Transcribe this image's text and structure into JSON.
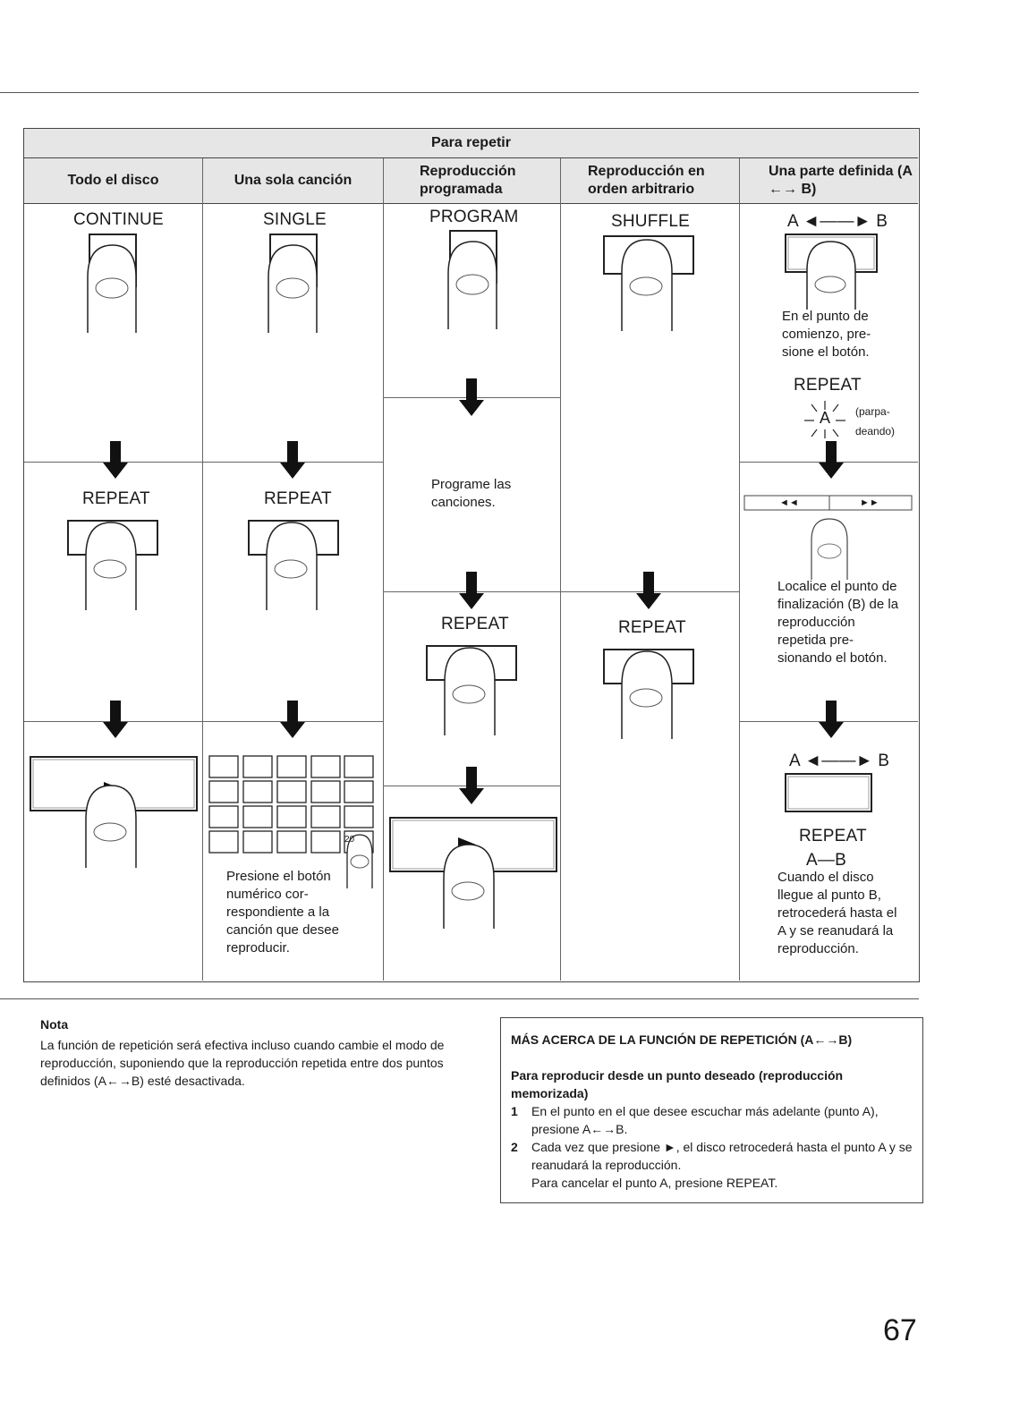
{
  "table": {
    "title": "Para repetir",
    "columns": [
      "Todo el disco",
      "Una sola canción",
      "Reproducción programada",
      "Reproducción en orden arbitrario",
      "Una parte definida (A ←→ B)"
    ],
    "col1": {
      "button_top": "CONTINUE",
      "repeat": "REPEAT"
    },
    "col2": {
      "button_top": "SINGLE",
      "repeat": "REPEAT",
      "key20": "20",
      "instruction": "Presione el botón numérico cor-respondiente a la canción que desee reproducir."
    },
    "col3": {
      "button_top": "PROGRAM",
      "instruction": "Programe las canciones.",
      "repeat": "REPEAT"
    },
    "col4": {
      "button_top": "SHUFFLE",
      "repeat": "REPEAT"
    },
    "col5": {
      "button_top": "A ◄——► B",
      "instruction1": "En el punto de comienzo, pre-sione el botón.",
      "repeat": "REPEAT",
      "flash_letter": "A",
      "flash_note": "(parpa-deando)",
      "rewind_icon": "◄◄",
      "forward_icon": "►►",
      "instruction2": "Localice el punto de finalización (B) de la reproducción repetida pre-sionando el botón.",
      "button_ab2": "A ◄——► B",
      "repeat2": "REPEAT",
      "ab_label": "A—B",
      "instruction3": "Cuando el disco llegue al punto B, retrocederá hasta el A y se reanudará la reproducción."
    }
  },
  "nota": {
    "title": "Nota",
    "text": "La función de repetición será efectiva incluso cuando cambie el modo de reproducción, suponiendo que la reproducción repetida entre dos puntos definidos (A←→B) esté desactivada."
  },
  "box": {
    "title": "MÁS ACERCA DE LA FUNCIÓN DE REPETICIÓN (A←→B)",
    "subtitle": "Para reproducir desde un punto deseado (reproducción memorizada)",
    "steps": [
      {
        "num": "1",
        "text": "En el punto en el que desee escuchar más adelante (punto A), presione A←→B."
      },
      {
        "num": "2",
        "text": "Cada vez que presione ►, el disco retrocederá hasta el punto A y se reanudará la reproducción."
      }
    ],
    "cancel": "Para cancelar el punto A, presione REPEAT."
  },
  "page_number": "67"
}
